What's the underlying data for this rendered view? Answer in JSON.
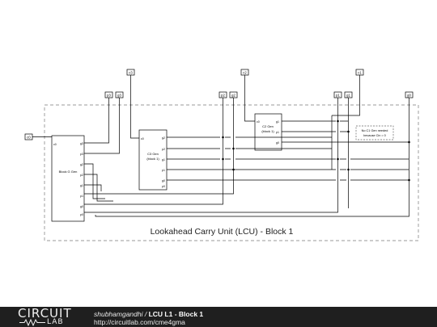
{
  "diagram": {
    "title": "Lookahead Carry Unit (LCU) - Block 1",
    "block_g_gen": {
      "label": "Block G Gen",
      "pins_left": [
        "c0"
      ],
      "pins_right": [
        "g3",
        "p3",
        "g2",
        "p2",
        "g1",
        "p1",
        "g0",
        "p0"
      ]
    },
    "c3_gen": {
      "label_line1": "C3 Gen",
      "label_line2": "(block 1)",
      "pins_left": [
        "c0"
      ],
      "pins_right": [
        "g2",
        "p2",
        "g1",
        "p1",
        "g0",
        "p0"
      ]
    },
    "c2_gen": {
      "label_line1": "C2 Gen",
      "label_line2": "(block 1)",
      "pins_left": [
        "c0"
      ],
      "pins_right": [
        "g1",
        "p1",
        "g0"
      ]
    },
    "note_line1": "No C1 Gen needed",
    "note_line2": "because Cin = 0",
    "ports": {
      "c0": "c0",
      "c3": "c3",
      "c2": "c2",
      "c1": "c1",
      "p3": "p3",
      "g3": "g3",
      "p2": "p2",
      "g2": "g2",
      "p1": "p1",
      "g1": "g1",
      "g0": "g0"
    }
  },
  "footer": {
    "logo_top": "CIRCUIT",
    "logo_bottom": "LAB",
    "author": "shubhamgandhi",
    "separator": " / ",
    "design_name": "LCU L1 - Block 1",
    "url": "http://circuitlab.com/cme4gma"
  }
}
